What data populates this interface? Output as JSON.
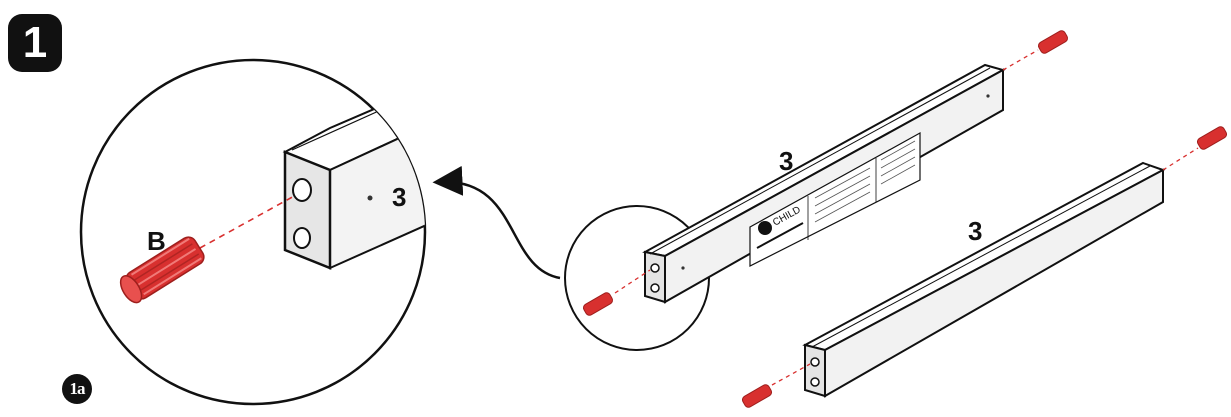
{
  "step": {
    "number": "1",
    "sub_step": "1a"
  },
  "parts": {
    "zoom_part_letter": "B",
    "zoom_rail_number": "3",
    "rail_top_number": "3",
    "rail_bottom_number": "3"
  },
  "brand": {
    "logo_text": "CHILD"
  },
  "colors": {
    "dowel": "#d8302f",
    "dowel_shadow": "#9e1f1d",
    "line": "#111111",
    "dashed_guide": "#d8302f",
    "rail_side": "#f2f2f2",
    "rail_top": "#ffffff",
    "rail_end": "#e4e4e4"
  }
}
